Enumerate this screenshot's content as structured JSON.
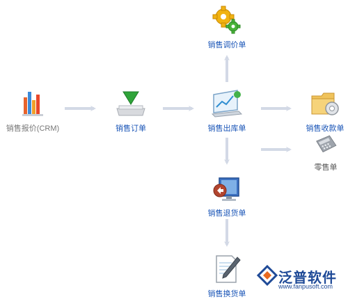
{
  "nodes": {
    "quote": {
      "label": "销售报价(CRM)",
      "icon": "bar-chart-icon"
    },
    "order": {
      "label": "销售订单",
      "icon": "green-arrow-tray-icon"
    },
    "price_adjust": {
      "label": "销售调价单",
      "icon": "gears-icon"
    },
    "outbound": {
      "label": "销售出库单",
      "icon": "monitor-chart-icon"
    },
    "receipt": {
      "label": "销售收款单",
      "icon": "folder-gear-icon"
    },
    "retail": {
      "label": "零售单",
      "icon": "calculator-icon"
    },
    "return": {
      "label": "销售退货单",
      "icon": "monitor-return-icon"
    },
    "exchange": {
      "label": "销售换货单",
      "icon": "document-pen-icon"
    }
  },
  "logo": {
    "name": "泛普软件",
    "url": "www.fanpusoft.com"
  },
  "colors": {
    "arrow": "#d3d9e6",
    "label_blue": "#1a55b7",
    "label_gray": "#777777"
  }
}
